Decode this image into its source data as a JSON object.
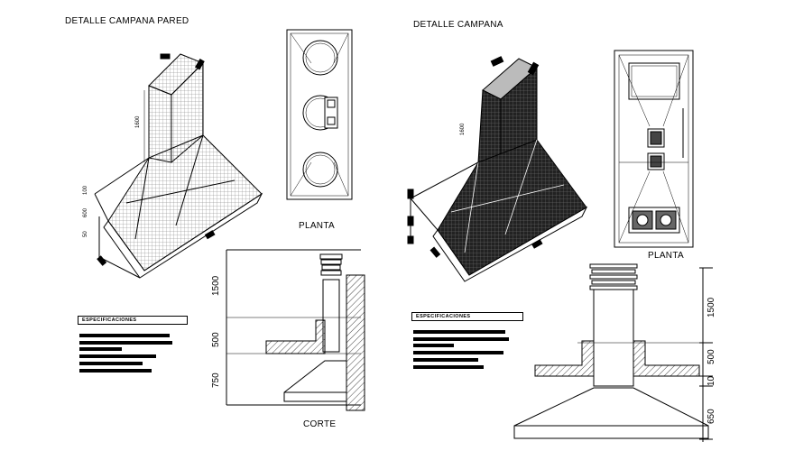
{
  "titles": {
    "left": "DETALLE CAMPANA PARED",
    "right": "DETALLE CAMPANA"
  },
  "labels": {
    "planta_left": "PLANTA",
    "planta_right": "PLANTA",
    "corte": "CORTE",
    "spec_left": "ESPECIFICACIONES",
    "spec_right": "ESPECIFICACIONES"
  },
  "dims_left_section": [
    "1500",
    "500",
    "750"
  ],
  "dims_right_section": [
    "1500",
    "500",
    "10",
    "650"
  ],
  "iso_dims_left": [
    "100",
    "600",
    "50",
    "1600"
  ],
  "iso_dims_right": [
    "1600"
  ],
  "colors": {
    "line": "#000000",
    "hatch": "#555555",
    "background": "#ffffff"
  }
}
